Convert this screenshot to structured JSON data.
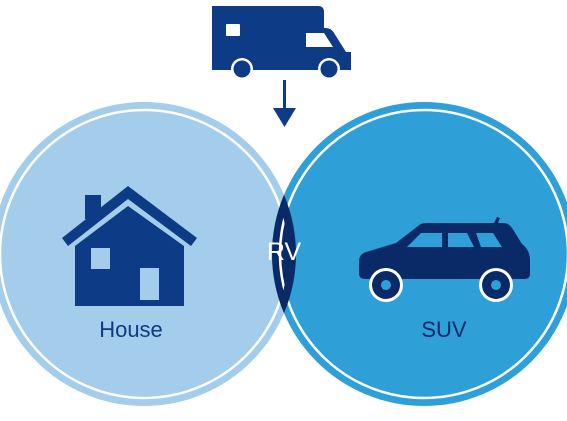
{
  "labels": {
    "left": "House",
    "center": "RV",
    "right": "SUV"
  },
  "icons": {
    "top": "motorhome-icon",
    "arrow": "arrow-down-icon",
    "left": "house-icon",
    "right": "suv-icon"
  },
  "colors": {
    "left_circle": "#a3cdea",
    "right_circle": "#2f9fd8",
    "overlap": "#0a2a67",
    "icons": "#0d3b86",
    "label_text_left": "#0d3b86",
    "label_text_center": "#ffffff",
    "label_text_right": "#0a2a67"
  }
}
